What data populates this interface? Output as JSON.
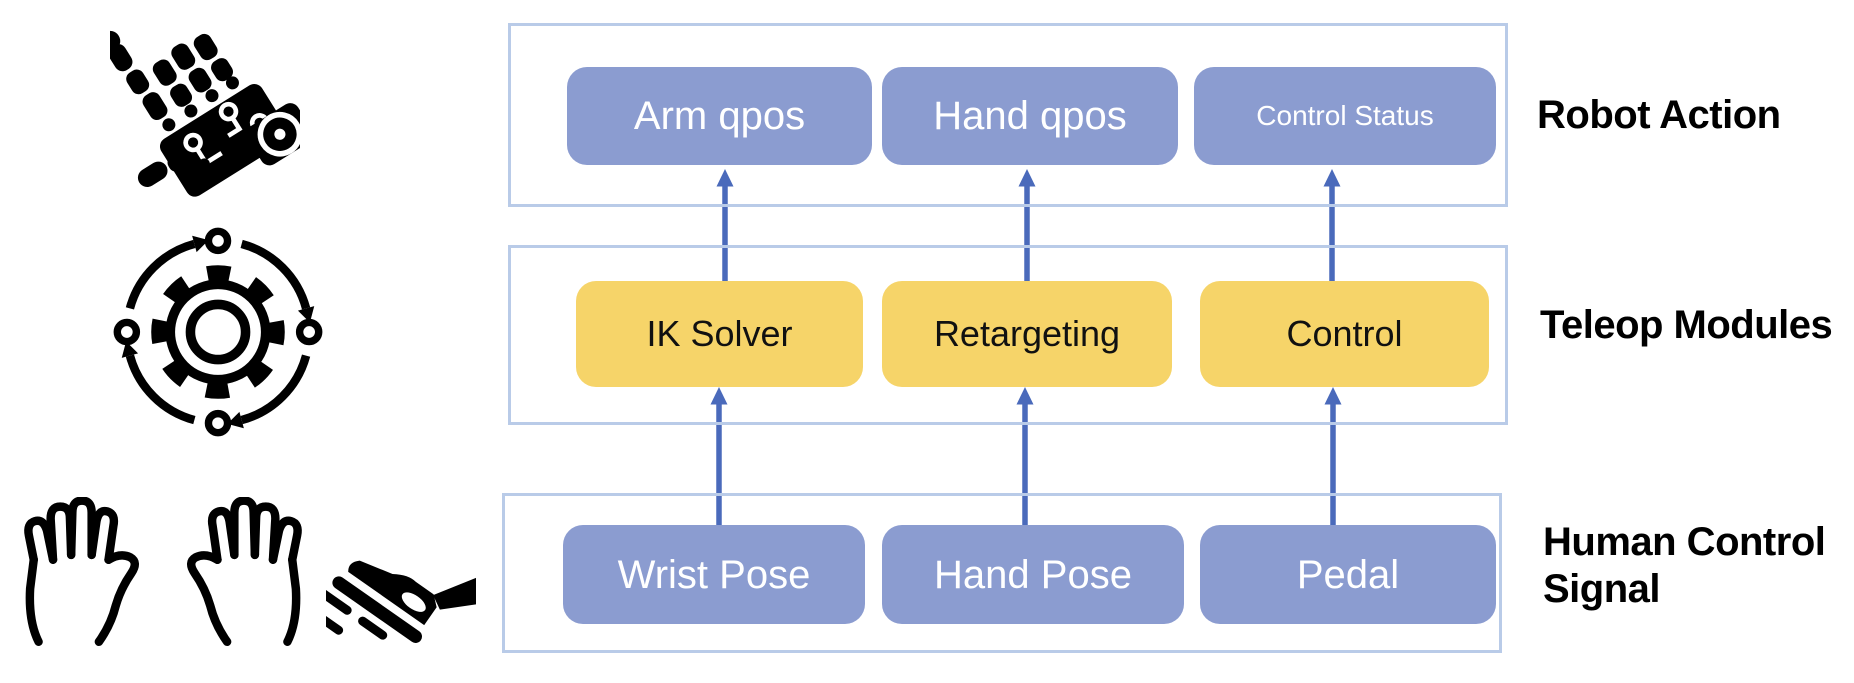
{
  "diagram": {
    "title_none": "",
    "rows": [
      {
        "label": "Robot Action",
        "boxes": [
          {
            "text": "Arm qpos"
          },
          {
            "text": "Hand qpos"
          },
          {
            "text": "Control Status"
          }
        ]
      },
      {
        "label": "Teleop Modules",
        "boxes": [
          {
            "text": "IK Solver"
          },
          {
            "text": "Retargeting"
          },
          {
            "text": "Control"
          }
        ]
      },
      {
        "label": "Human Control\nSignal",
        "boxes": [
          {
            "text": "Wrist Pose"
          },
          {
            "text": "Hand Pose"
          },
          {
            "text": "Pedal"
          }
        ]
      }
    ],
    "icons": [
      {
        "name": "robot-hand-icon"
      },
      {
        "name": "gear-sync-icon"
      },
      {
        "name": "open-hand-left-icon"
      },
      {
        "name": "open-hand-right-icon"
      },
      {
        "name": "foot-pedal-icon"
      }
    ],
    "colors": {
      "box_blue": "#8B9CD0",
      "box_yellow": "#F6D469",
      "container_border": "#B9CBE8",
      "arrow": "#4A6ABB",
      "label_text": "#000000",
      "box_text_light": "#FFFFFF",
      "box_text_dark": "#111111"
    }
  }
}
